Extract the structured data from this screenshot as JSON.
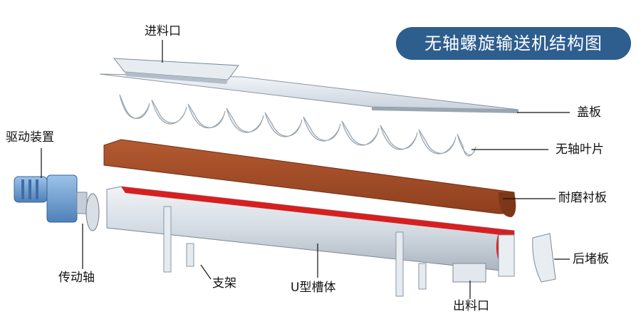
{
  "title": "无轴螺旋输送机结构图",
  "labels": {
    "inlet": "进料口",
    "cover": "盖板",
    "blade": "无轴叶片",
    "liner": "耐磨衬板",
    "drive": "驱动装置",
    "end_plate": "后堵板",
    "shaft": "传动轴",
    "support": "支架",
    "trough": "U型槽体",
    "outlet": "出料口"
  },
  "colors": {
    "title_bg": "#2d5e8e",
    "liner": "#a64f2a",
    "trough_inner": "#d81f1f",
    "steel": "#dde3ea",
    "motor": "#6e9fd4"
  }
}
